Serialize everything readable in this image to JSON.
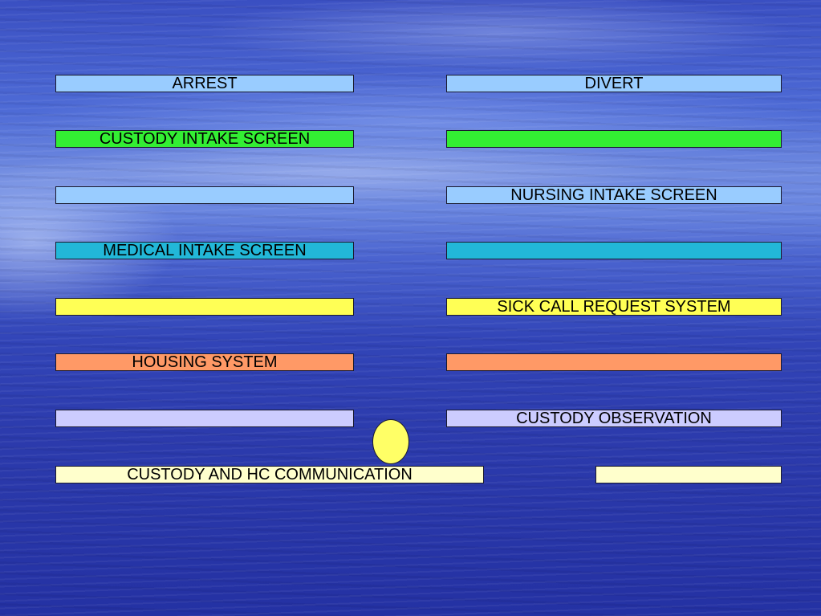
{
  "colors": {
    "light_blue": "#99ccff",
    "green": "#33ee33",
    "cyan": "#22b7d8",
    "yellow": "#ffff55",
    "orange": "#ff9966",
    "lavender": "#ccccff",
    "cream": "#ffffcc",
    "oval_yellow": "#ffff66"
  },
  "rows": [
    {
      "left": "ARREST",
      "right": "DIVERT"
    },
    {
      "left": "CUSTODY INTAKE SCREEN",
      "right": ""
    },
    {
      "left": "",
      "right": "NURSING INTAKE SCREEN"
    },
    {
      "left": "MEDICAL INTAKE SCREEN",
      "right": ""
    },
    {
      "left": "",
      "right": "SICK CALL REQUEST SYSTEM"
    },
    {
      "left": "HOUSING SYSTEM",
      "right": ""
    },
    {
      "left": "",
      "right": "CUSTODY OBSERVATION"
    },
    {
      "left": "CUSTODY AND HC COMMUNICATION",
      "right": ""
    }
  ]
}
